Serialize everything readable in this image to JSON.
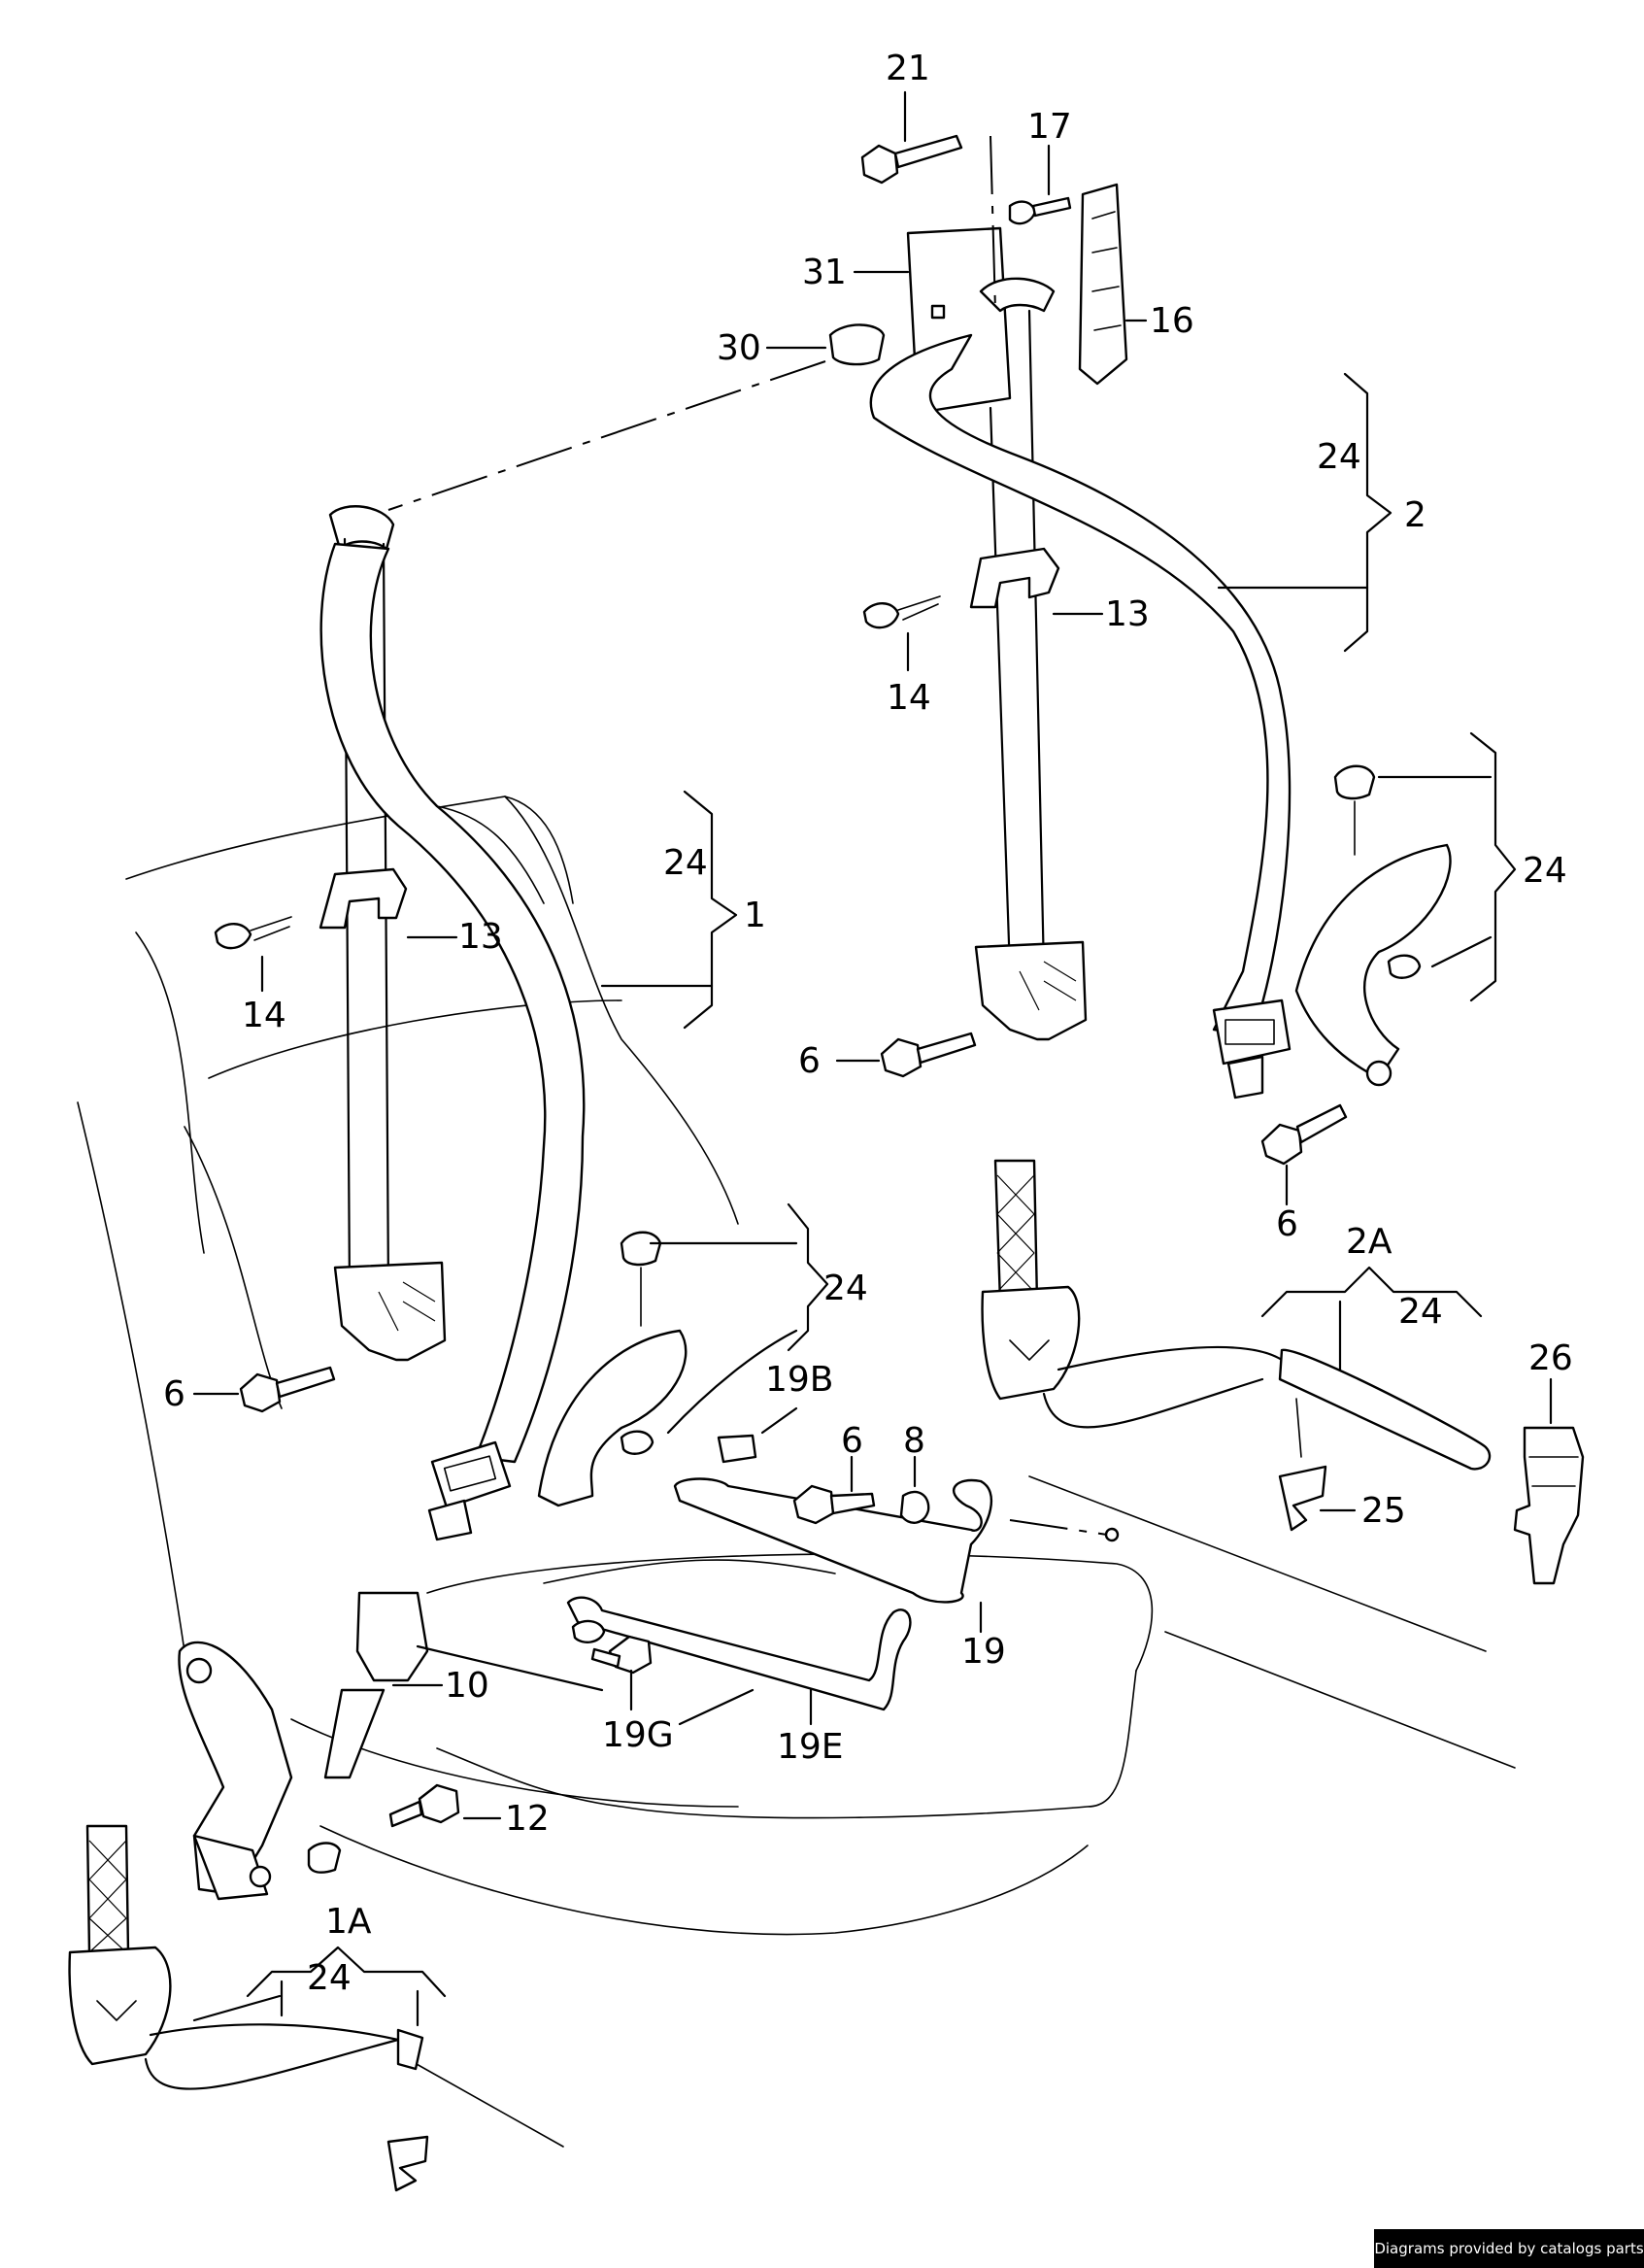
{
  "callouts": [
    {
      "id": "c21",
      "text": "21"
    },
    {
      "id": "c17",
      "text": "17"
    },
    {
      "id": "c31",
      "text": "31"
    },
    {
      "id": "c16",
      "text": "16"
    },
    {
      "id": "c30",
      "text": "30"
    },
    {
      "id": "c24a",
      "text": "24"
    },
    {
      "id": "c2",
      "text": "2"
    },
    {
      "id": "c13a",
      "text": "13"
    },
    {
      "id": "c14a",
      "text": "14"
    },
    {
      "id": "c24b",
      "text": "24"
    },
    {
      "id": "c1",
      "text": "1"
    },
    {
      "id": "c13b",
      "text": "13"
    },
    {
      "id": "c14b",
      "text": "14"
    },
    {
      "id": "c24c",
      "text": "24"
    },
    {
      "id": "c6a",
      "text": "6"
    },
    {
      "id": "c6b",
      "text": "6"
    },
    {
      "id": "c2A",
      "text": "2A"
    },
    {
      "id": "c24d",
      "text": "24"
    },
    {
      "id": "c26",
      "text": "26"
    },
    {
      "id": "c24e",
      "text": "24"
    },
    {
      "id": "c6c",
      "text": "6"
    },
    {
      "id": "c19B",
      "text": "19B"
    },
    {
      "id": "c6d",
      "text": "6"
    },
    {
      "id": "c8",
      "text": "8"
    },
    {
      "id": "c25",
      "text": "25"
    },
    {
      "id": "c19",
      "text": "19"
    },
    {
      "id": "c10",
      "text": "10"
    },
    {
      "id": "c19G",
      "text": "19G"
    },
    {
      "id": "c19E",
      "text": "19E"
    },
    {
      "id": "c12",
      "text": "12"
    },
    {
      "id": "c1A",
      "text": "1A"
    },
    {
      "id": "c24f",
      "text": "24"
    }
  ],
  "credit": "Diagrams provided by catalogs parts"
}
